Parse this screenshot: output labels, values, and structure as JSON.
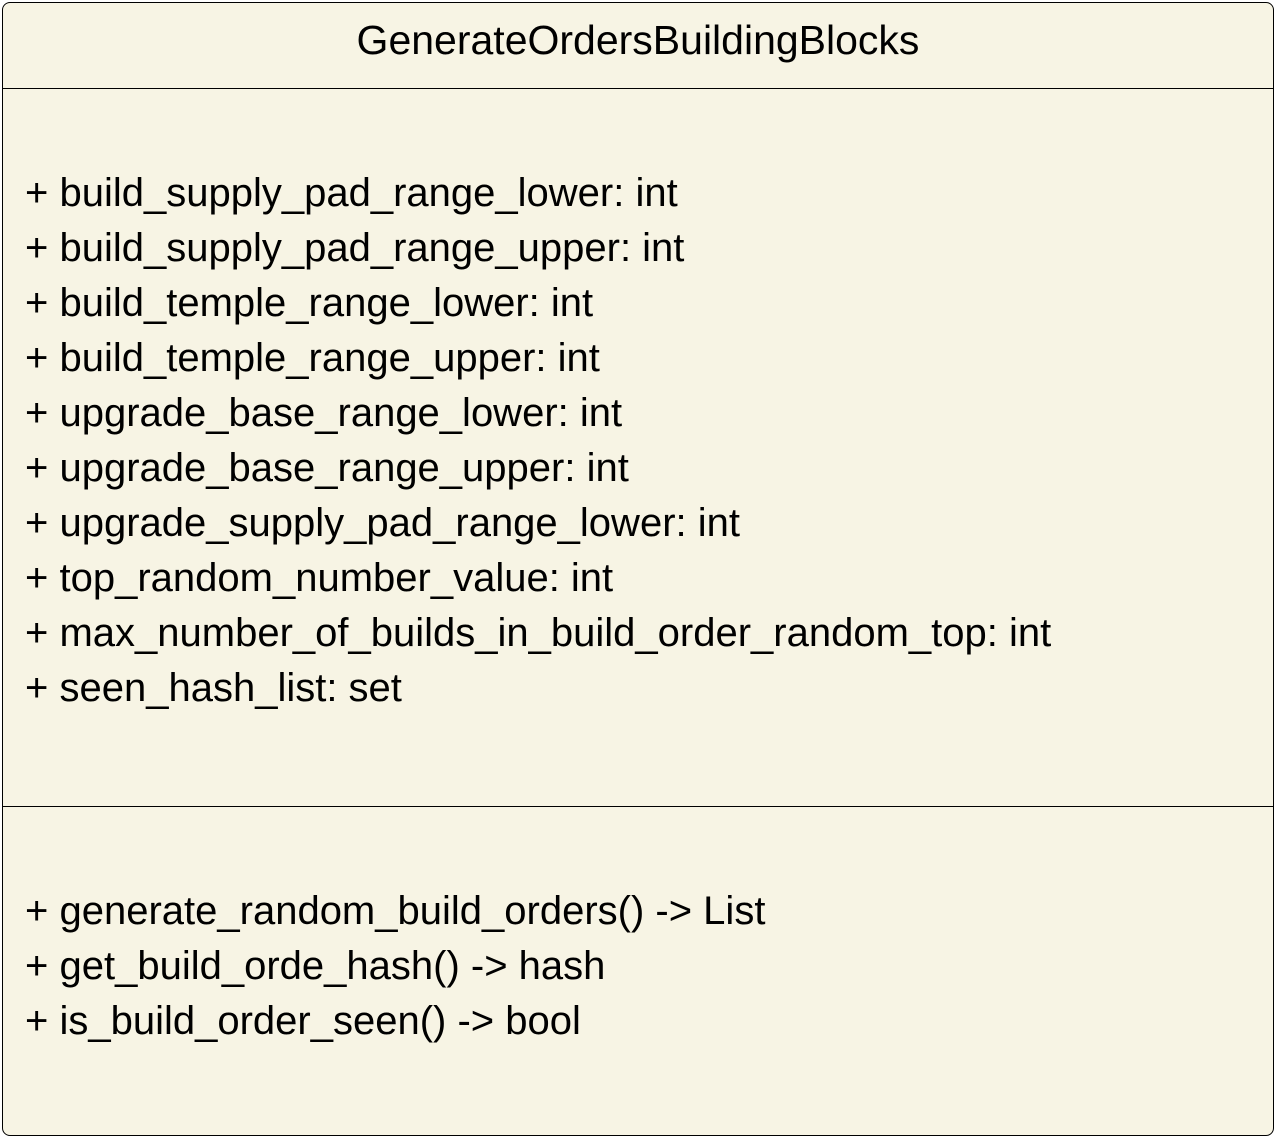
{
  "class": {
    "name": "GenerateOrdersBuildingBlocks",
    "attributes": [
      "+ build_supply_pad_range_lower: int",
      "+ build_supply_pad_range_upper: int",
      "+ build_temple_range_lower: int",
      "+ build_temple_range_upper: int",
      "+ upgrade_base_range_lower: int",
      "+ upgrade_base_range_upper: int",
      "+ upgrade_supply_pad_range_lower: int",
      "+ top_random_number_value: int",
      "+ max_number_of_builds_in_build_order_random_top: int",
      "+ seen_hash_list: set"
    ],
    "operations": [
      "+ generate_random_build_orders() -> List",
      "+ get_build_orde_hash() -> hash",
      "+ is_build_order_seen() -> bool"
    ]
  },
  "colors": {
    "fill": "#f7f4e4",
    "stroke": "#000000",
    "text": "#000000"
  }
}
